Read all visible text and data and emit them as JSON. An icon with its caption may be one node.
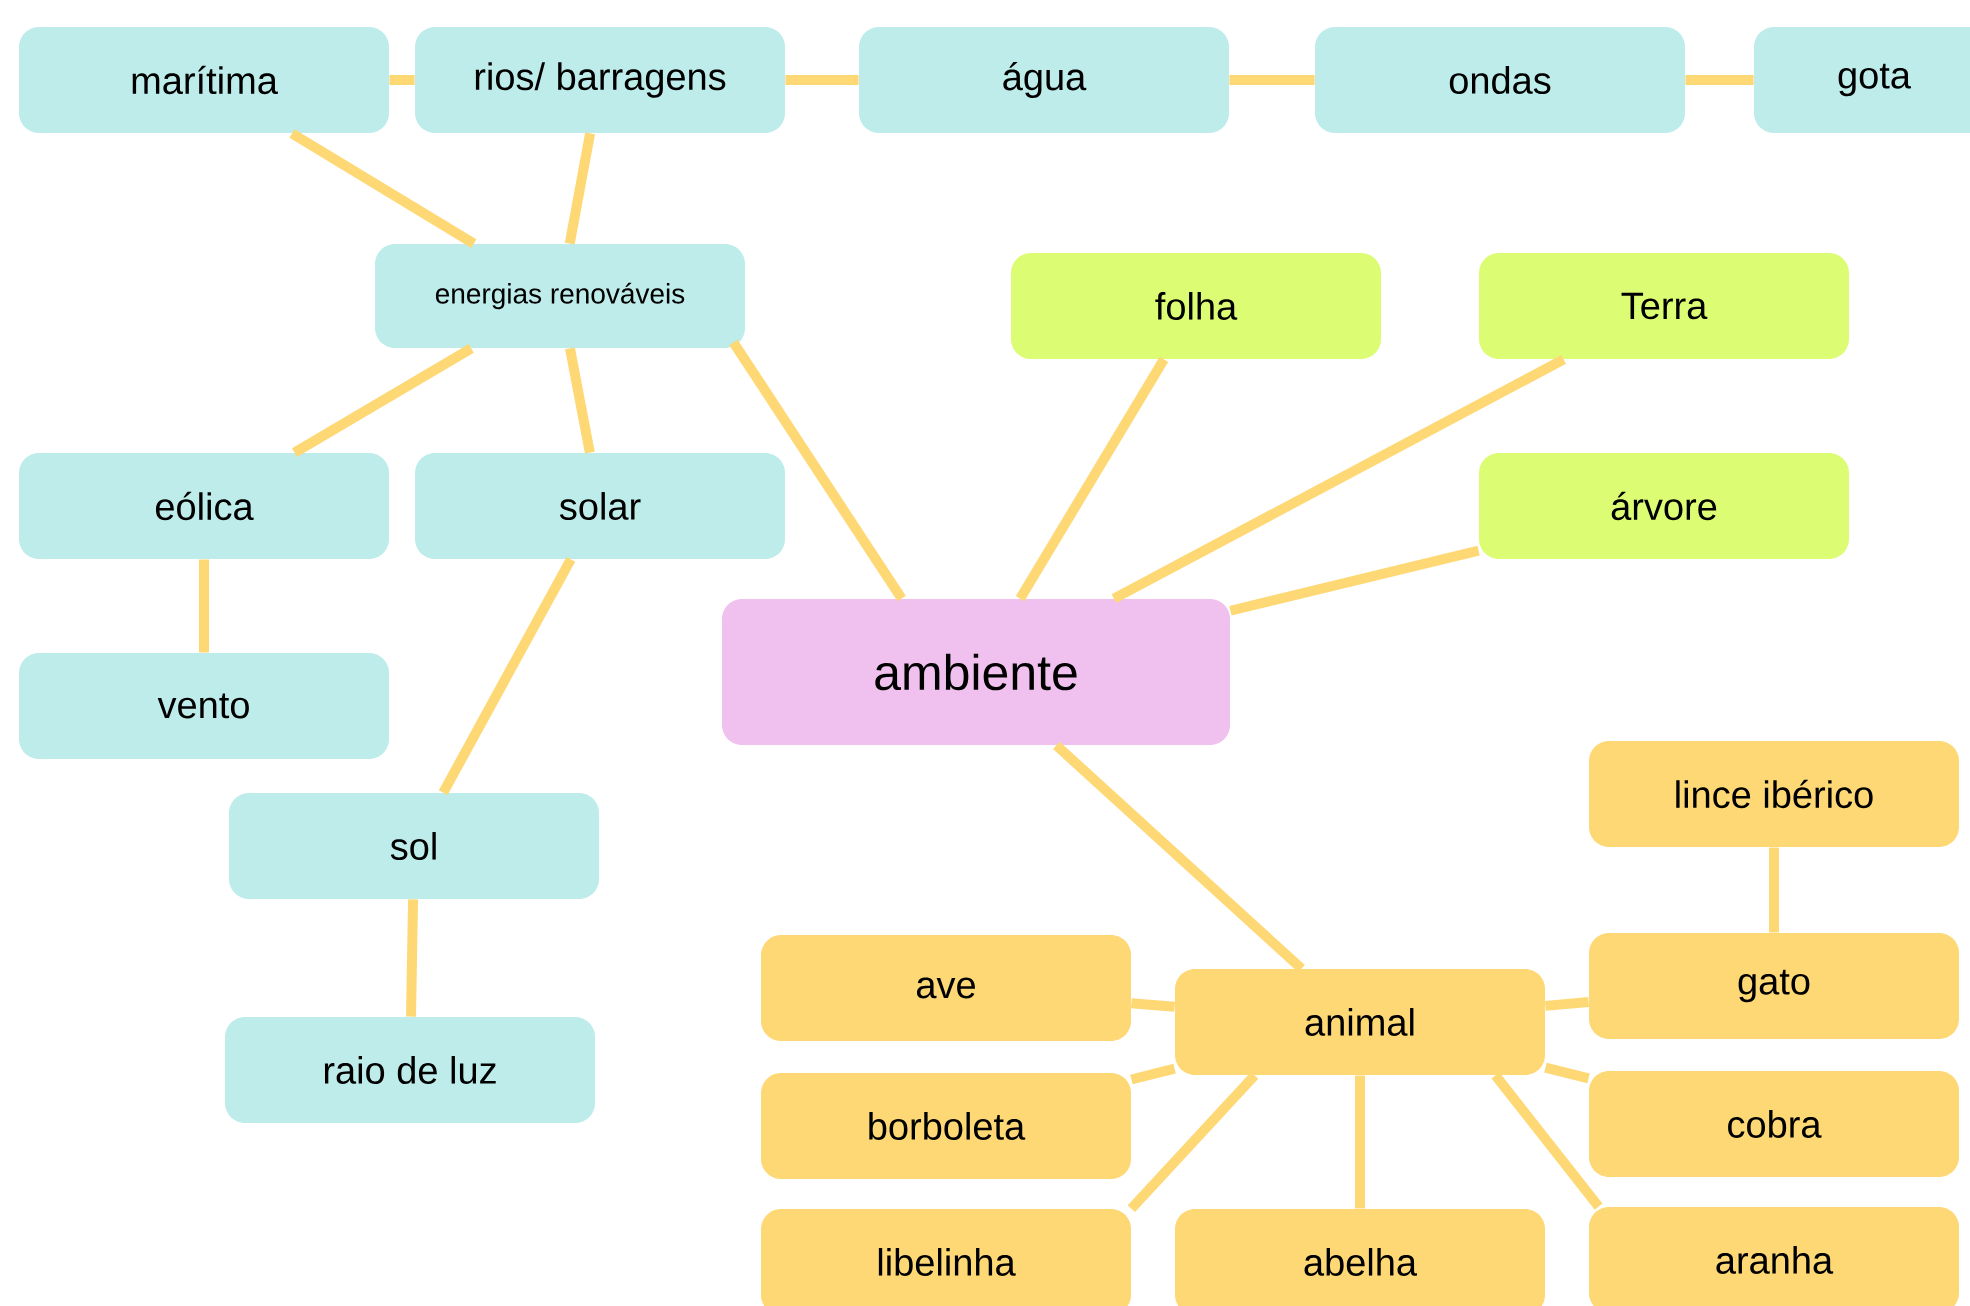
{
  "diagram": {
    "nodes": [
      {
        "text": [
          "marítima"
        ]
      },
      {
        "text": [
          "rios/ barragens"
        ]
      },
      {
        "text": [
          "água"
        ]
      },
      {
        "text": [
          "ondas"
        ]
      },
      {
        "text": [
          "gota"
        ]
      },
      {
        "text": [
          "energias renováveis"
        ]
      },
      {
        "text": [
          "folha"
        ]
      },
      {
        "text": [
          "Terra"
        ]
      },
      {
        "text": [
          "eólica"
        ]
      },
      {
        "text": [
          "solar"
        ]
      },
      {
        "text": [
          "árvore"
        ]
      },
      {
        "text": [
          "ambiente"
        ]
      },
      {
        "text": [
          "vento"
        ]
      },
      {
        "text": [
          "lince ibérico"
        ]
      },
      {
        "text": [
          "sol"
        ]
      },
      {
        "text": [
          "ave"
        ]
      },
      {
        "text": [
          "gato"
        ]
      },
      {
        "text": [
          "animal"
        ]
      },
      {
        "text": [
          "raio de luz"
        ]
      },
      {
        "text": [
          "borboleta"
        ]
      },
      {
        "text": [
          "cobra"
        ]
      },
      {
        "text": [
          "libelinha"
        ]
      },
      {
        "text": [
          "abelha"
        ]
      },
      {
        "text": [
          "aranha"
        ]
      }
    ],
    "edges": [
      {
        "from": 0,
        "to": 1,
        "arrow": "none"
      },
      {
        "from": 1,
        "to": 2,
        "arrow": "none"
      },
      {
        "from": 2,
        "to": 3,
        "arrow": "none"
      },
      {
        "from": 3,
        "to": 4,
        "arrow": "none"
      },
      {
        "from": 0,
        "to": 5,
        "arrow": "none"
      },
      {
        "from": 1,
        "to": 5,
        "arrow": "none"
      },
      {
        "from": 5,
        "to": 8,
        "arrow": "none"
      },
      {
        "from": 5,
        "to": 9,
        "arrow": "none"
      },
      {
        "from": 5,
        "to": 11,
        "arrow": "none"
      },
      {
        "from": 8,
        "to": 12,
        "arrow": "none"
      },
      {
        "from": 9,
        "to": 14,
        "arrow": "none"
      },
      {
        "from": 14,
        "to": 18,
        "arrow": "none"
      },
      {
        "from": 11,
        "to": 6,
        "arrow": "none"
      },
      {
        "from": 11,
        "to": 7,
        "arrow": "none"
      },
      {
        "from": 11,
        "to": 10,
        "arrow": "none"
      },
      {
        "from": 11,
        "to": 17,
        "arrow": "none"
      },
      {
        "from": 17,
        "to": 15,
        "arrow": "none"
      },
      {
        "from": 17,
        "to": 19,
        "arrow": "none"
      },
      {
        "from": 17,
        "to": 21,
        "arrow": "none"
      },
      {
        "from": 17,
        "to": 22,
        "arrow": "none"
      },
      {
        "from": 17,
        "to": 23,
        "arrow": "none"
      },
      {
        "from": 17,
        "to": 20,
        "arrow": "none"
      },
      {
        "from": 17,
        "to": 16,
        "arrow": "none"
      },
      {
        "from": 16,
        "to": 13,
        "arrow": "none"
      }
    ]
  }
}
